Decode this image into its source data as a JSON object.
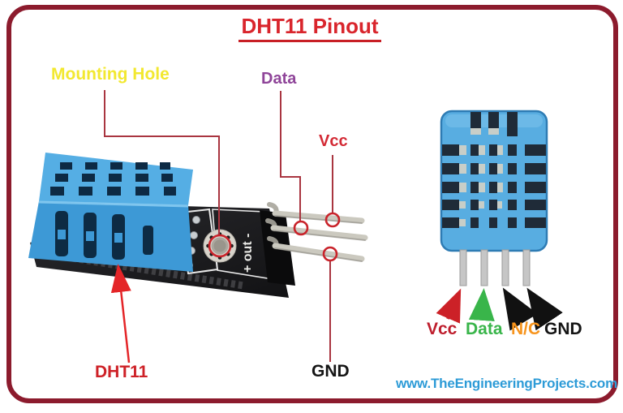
{
  "frame": {
    "border_color": "#8C1B2D",
    "background": "#ffffff"
  },
  "title": {
    "text": "DHT11 Pinout",
    "color": "#D9252C",
    "underlined": true
  },
  "photo": {
    "labels": {
      "mounting_hole": {
        "text": "Mounting Hole",
        "color": "#F2E830"
      },
      "data": {
        "text": "Data",
        "color": "#8F4599"
      },
      "vcc": {
        "text": "Vcc",
        "color": "#D32A35"
      },
      "gnd": {
        "text": "GND",
        "color": "#151515"
      },
      "dht11": {
        "text": "DHT11",
        "color": "#CE2127"
      }
    },
    "pcb_text": "+ out -",
    "annotation_colors": {
      "leader_line": "#A93540",
      "pin_circle": "#C9242B",
      "dht11_arrow": "#E42528"
    },
    "module_colors": {
      "sensor_blue": "#3D99D6",
      "sensor_top_blue": "#55AEE4",
      "pcb_black": "#1B1B1D",
      "pin_metal": "#CBC9BF"
    }
  },
  "diagram": {
    "body_color": "#58ADE1",
    "slot_color": "#1F2B38",
    "pin_color": "#C6C6C6",
    "pins": [
      {
        "label": "Vcc",
        "label_color": "#BE1E2D",
        "arrow_color": "#CC2127"
      },
      {
        "label": "Data",
        "label_color": "#39B54A",
        "arrow_color": "#39B54A"
      },
      {
        "label": "N/C",
        "label_color": "#F7941D",
        "arrow_color": "#111111"
      },
      {
        "label": "GND",
        "label_color": "#151515",
        "arrow_color": "#111111"
      }
    ]
  },
  "footer": {
    "website": "www.TheEngineeringProjects.com",
    "color": "#2D9BD7"
  }
}
